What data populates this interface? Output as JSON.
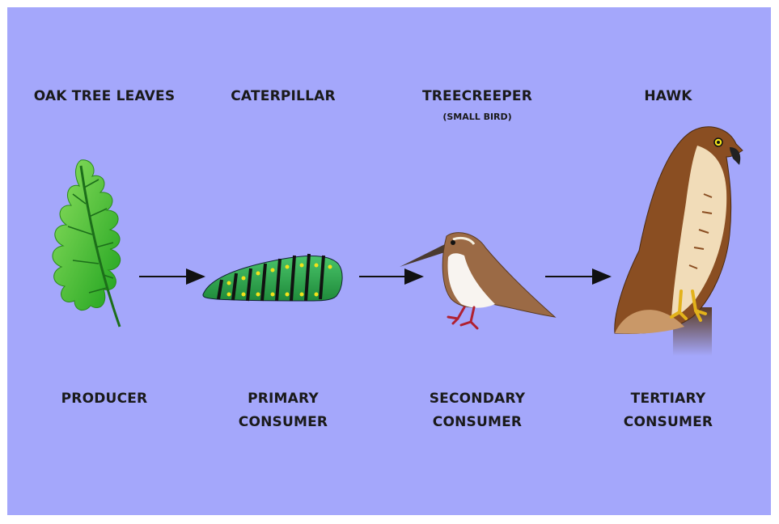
{
  "organisms": [
    {
      "name": "OAK TREE LEAVES",
      "subtitle": "",
      "role_line1": "PRODUCER",
      "role_line2": ""
    },
    {
      "name": "CATERPILLAR",
      "subtitle": "",
      "role_line1": "PRIMARY",
      "role_line2": "CONSUMER"
    },
    {
      "name": "TREECREEPER",
      "subtitle": "(SMALL BIRD)",
      "role_line1": "SECONDARY",
      "role_line2": "CONSUMER"
    },
    {
      "name": "HAWK",
      "subtitle": "",
      "role_line1": "TERTIARY",
      "role_line2": "CONSUMER"
    }
  ],
  "colors": {
    "background": "#a4a7fb",
    "leaf": "#3fbf2a",
    "caterpillar": "#2fa64a",
    "bird_body": "#9b6a45",
    "hawk_body": "#8a4e22"
  },
  "icons": [
    "oak-leaf-icon",
    "caterpillar-icon",
    "treecreeper-icon",
    "hawk-icon",
    "arrow-icon"
  ]
}
